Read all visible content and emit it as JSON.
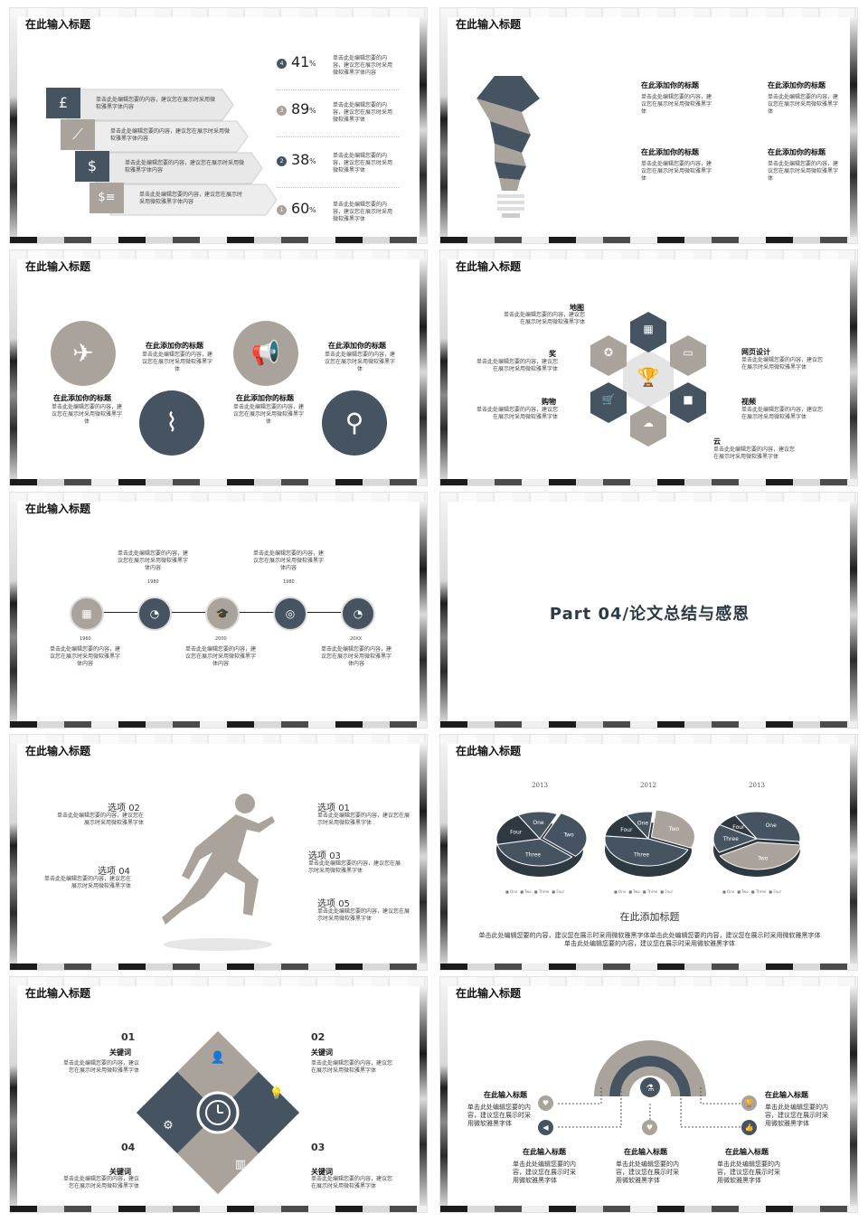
{
  "colors": {
    "dark": "#465462",
    "gray": "#aaa39c",
    "light": "#e9e9e9"
  },
  "s1": {
    "title": "在此输入标题",
    "arrows": [
      {
        "icon": "pound-bag-icon",
        "glyph": "£",
        "text": "单击此处编辑您要的内容，建议您在展示时采用微软雅黑字体内容"
      },
      {
        "icon": "chart-line-icon",
        "glyph": "⟋",
        "text": "单击此处编辑您要的内容，建议您在展示时采用微软雅黑字体内容"
      },
      {
        "icon": "dollar-shield-icon",
        "glyph": "$",
        "text": "单击此处编辑您要的内容，建议您在展示时采用微软雅黑字体内容"
      },
      {
        "icon": "dollar-lines-icon",
        "glyph": "$≡",
        "text": "单击此处编辑您要的内容，建议您在展示时采用微软雅黑字体内容"
      }
    ],
    "stats": [
      {
        "num": "4",
        "pct": "41",
        "unit": "%",
        "text": "单击此处编辑您要的内容，建议您在展示时采用微软雅黑字体内容"
      },
      {
        "num": "3",
        "pct": "89",
        "unit": "%",
        "text": "单击此处编辑您要的内容，建议您在展示时采用微软雅黑字体"
      },
      {
        "num": "2",
        "pct": "38",
        "unit": "%",
        "text": "单击此处编辑您要的内容，建议您在展示时采用微软雅黑字体"
      },
      {
        "num": "1",
        "pct": "60",
        "unit": "%",
        "text": "单击此处编辑您要的内容，建议您在展示时采用微软雅黑字体"
      }
    ]
  },
  "s2": {
    "title": "在此输入标题",
    "items": [
      {
        "heading": "在此添加你的标题",
        "text": "单击此处编辑您要的内容，建议您在展示时采用微软雅黑字体"
      },
      {
        "heading": "在此添加你的标题",
        "text": "单击此处编辑您要的内容，建议您在展示时采用微软雅黑字体"
      },
      {
        "heading": "在此添加你的标题",
        "text": "单击此处编辑您要的内容，建议您在展示时采用微软雅黑字体"
      },
      {
        "heading": "在此添加你的标题",
        "text": "单击此处编辑您要的内容，建议您在展示时采用微软雅黑字体"
      }
    ]
  },
  "s3": {
    "title": "在此输入标题",
    "items": [
      {
        "heading": "在此添加你的标题",
        "text": "单击此处编辑您要的内容，建议您在展示时采用微软雅黑字体"
      },
      {
        "heading": "在此添加你的标题",
        "text": "单击此处编辑您要的内容，建议您在展示时采用微软雅黑字体"
      },
      {
        "heading": "在此添加你的标题",
        "text": "单击此处编辑您要的内容，建议您在展示时采用微软雅黑字体"
      },
      {
        "heading": "在此添加你的标题",
        "text": "单击此处编辑您要的内容，建议您在展示时采用微软雅黑字体"
      }
    ]
  },
  "s4": {
    "title": "在此输入标题",
    "items": [
      {
        "label": "地图",
        "text": "单击此处编辑您要的内容，建议您在展示时采用微软雅黑字体"
      },
      {
        "label": "网页设计",
        "text": "单击此处编辑您要的内容，建议您在展示时采用微软雅黑字体"
      },
      {
        "label": "视频",
        "text": "单击此处编辑您要的内容，建议您在展示时采用微软雅黑字体"
      },
      {
        "label": "云",
        "text": "单击此处编辑您要的内容，建议您在展示时采用微软雅黑字体"
      },
      {
        "label": "购物",
        "text": "单击此处编辑您要的内容，建议您在展示时采用微软雅黑字体"
      },
      {
        "label": "奖",
        "text": "单击此处编辑您要的内容，建议您在展示时采用微软雅黑字体"
      }
    ]
  },
  "s5": {
    "title": "在此输入标题",
    "top": [
      {
        "year": "1980",
        "text": "单击此处编辑您要的内容，建议您在展示时采用微软雅黑字体内容"
      },
      {
        "year": "1980",
        "text": "单击此处编辑您要的内容，建议您在展示时采用微软雅黑字体内容"
      }
    ],
    "bottom": [
      {
        "year": "1960",
        "text": "单击此处编辑您要的内容，建议您在展示时采用微软雅黑字体内容"
      },
      {
        "year": "2000",
        "text": "单击此处编辑您要的内容，建议您在展示时采用微软雅黑字体内容"
      },
      {
        "year": "20XX",
        "text": "单击此处编辑您要的内容，建议您在展示时采用微软雅黑字体内容"
      }
    ]
  },
  "s6": {
    "title": "Part 04/论文总结与感恩"
  },
  "s7": {
    "title": "在此输入标题",
    "options": [
      {
        "label": "选项",
        "num": "02",
        "text": "单击此处编辑您要的内容，建议您在展示时采用微软雅黑字体"
      },
      {
        "label": "选项",
        "num": "04",
        "text": "单击此处编辑您要的内容，建议您在展示时采用微软雅黑字体"
      },
      {
        "label": "选项",
        "num": "01",
        "text": "单击此处编辑您要的内容，建议您在展示时采用微软雅黑字体 ."
      },
      {
        "label": "选项",
        "num": "03",
        "text": "单击此处编辑您要的内容，建议您在展示时采用微软雅黑字体"
      },
      {
        "label": "选项",
        "num": "05",
        "text": "单击此处编辑您要的内容，建议您在展示时采用微软雅黑字体"
      }
    ]
  },
  "s8": {
    "title": "在此输入标题",
    "subtitle": "在此添加标题",
    "body": "单击此处编辑您要的内容，建议您在展示时采用微软雅黑字体单击此处编辑您要的内容，建议您在展示时采用微软雅黑字体单击此处编辑您要的内容，建议您在展示时采用微软雅黑字体"
  },
  "chart_data": [
    {
      "type": "pie",
      "title": "2013",
      "categories": [
        "One",
        "Two",
        "Three",
        "Four"
      ],
      "values": [
        15,
        30,
        35,
        20
      ],
      "colors": [
        "#465462",
        "#465462",
        "#465462",
        "#2f3942"
      ]
    },
    {
      "type": "pie",
      "title": "2012",
      "categories": [
        "One",
        "Two",
        "Three",
        "Four"
      ],
      "values": [
        10,
        30,
        45,
        15
      ],
      "colors": [
        "#465462",
        "#aaa39c",
        "#465462",
        "#2f3942"
      ]
    },
    {
      "type": "pie",
      "title": "2013",
      "categories": [
        "One",
        "Two",
        "Three",
        "Four"
      ],
      "values": [
        35,
        40,
        17,
        8
      ],
      "colors": [
        "#465462",
        "#aaa39c",
        "#465462",
        "#2f3942"
      ]
    }
  ],
  "s9": {
    "title": "在此输入标题",
    "items": [
      {
        "num": "01",
        "key": "关键词",
        "text": "单击此处编辑您要的内容，建议您在展示时采用微软雅黑字体"
      },
      {
        "num": "02",
        "key": "关键词",
        "text": "单击此处编辑您要的内容，建议您在展示时采用微软雅黑字体"
      },
      {
        "num": "03",
        "key": "关键词",
        "text": "单击此处编辑您要的内容，建议您在展示时采用微软雅黑字体"
      },
      {
        "num": "04",
        "key": "关键词",
        "text": "单击此处编辑您要的内容，建议您在展示时采用微软雅黑字体"
      }
    ]
  },
  "s10": {
    "title": "在此输入标题",
    "items": [
      {
        "heading": "在此输入标题",
        "text": "单击此处编辑您要的内容，建议您在展示时采用微软雅黑字体"
      },
      {
        "heading": "在此输入标题",
        "text": "单击此处编辑您要的内容，建议您在展示时采用微软雅黑字体"
      },
      {
        "heading": "在此输入标题",
        "text": "单击此处编辑您要的内容，建议您在展示时采用微软雅黑字体"
      },
      {
        "heading": "在此输入标题",
        "text": "单击此处编辑您要的内容，建议您在展示时采用微软雅黑字体"
      },
      {
        "heading": "在此输入标题",
        "text": "单击此处编辑您要的内容，建议您在展示时采用微软雅黑字体"
      }
    ]
  }
}
